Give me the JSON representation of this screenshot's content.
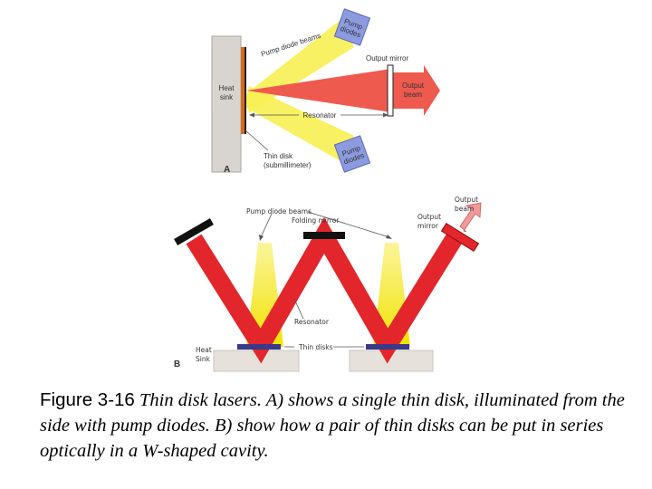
{
  "panel_a": {
    "letter": "A",
    "heat_sink": [
      "Heat",
      "sink"
    ],
    "pump_diode_beams": "Pump diode beams",
    "pump_diodes_top": [
      "Pump",
      "diodes"
    ],
    "pump_diodes_bottom": [
      "Pump",
      "diodes"
    ],
    "output_mirror": "Output mirror",
    "output_beam": [
      "Output",
      "beam"
    ],
    "resonator": "Resonator",
    "thin_disk": [
      "Thin disk",
      "(submillimeter)"
    ]
  },
  "panel_b": {
    "letter": "B",
    "pump_diode_beams": "Pump diode beams",
    "folding_mirror": "Folding mirror",
    "output_mirror": [
      "Output",
      "mirror"
    ],
    "output_beam": [
      "Output",
      "beam"
    ],
    "resonator": "Resonator",
    "thin_disks": "Thin disks",
    "heat_sink": [
      "Heat",
      "Sink"
    ]
  },
  "caption": {
    "label": "Figure 3-16",
    "text": " Thin disk lasers.  A) shows a single thin disk, illuminated from the side with pump diodes.  B) show how a pair of thin disks can be put in series optically in a W-shaped cavity."
  },
  "colors": {
    "laser_red": "#e3262c",
    "pump_yellow": "#f5ea1e",
    "diode_blue": "#8c9be0",
    "heat_sink_gray": "#d8d5d0",
    "disk_blue": "#3a3a8a",
    "disk_orange": "#d86a1a"
  }
}
